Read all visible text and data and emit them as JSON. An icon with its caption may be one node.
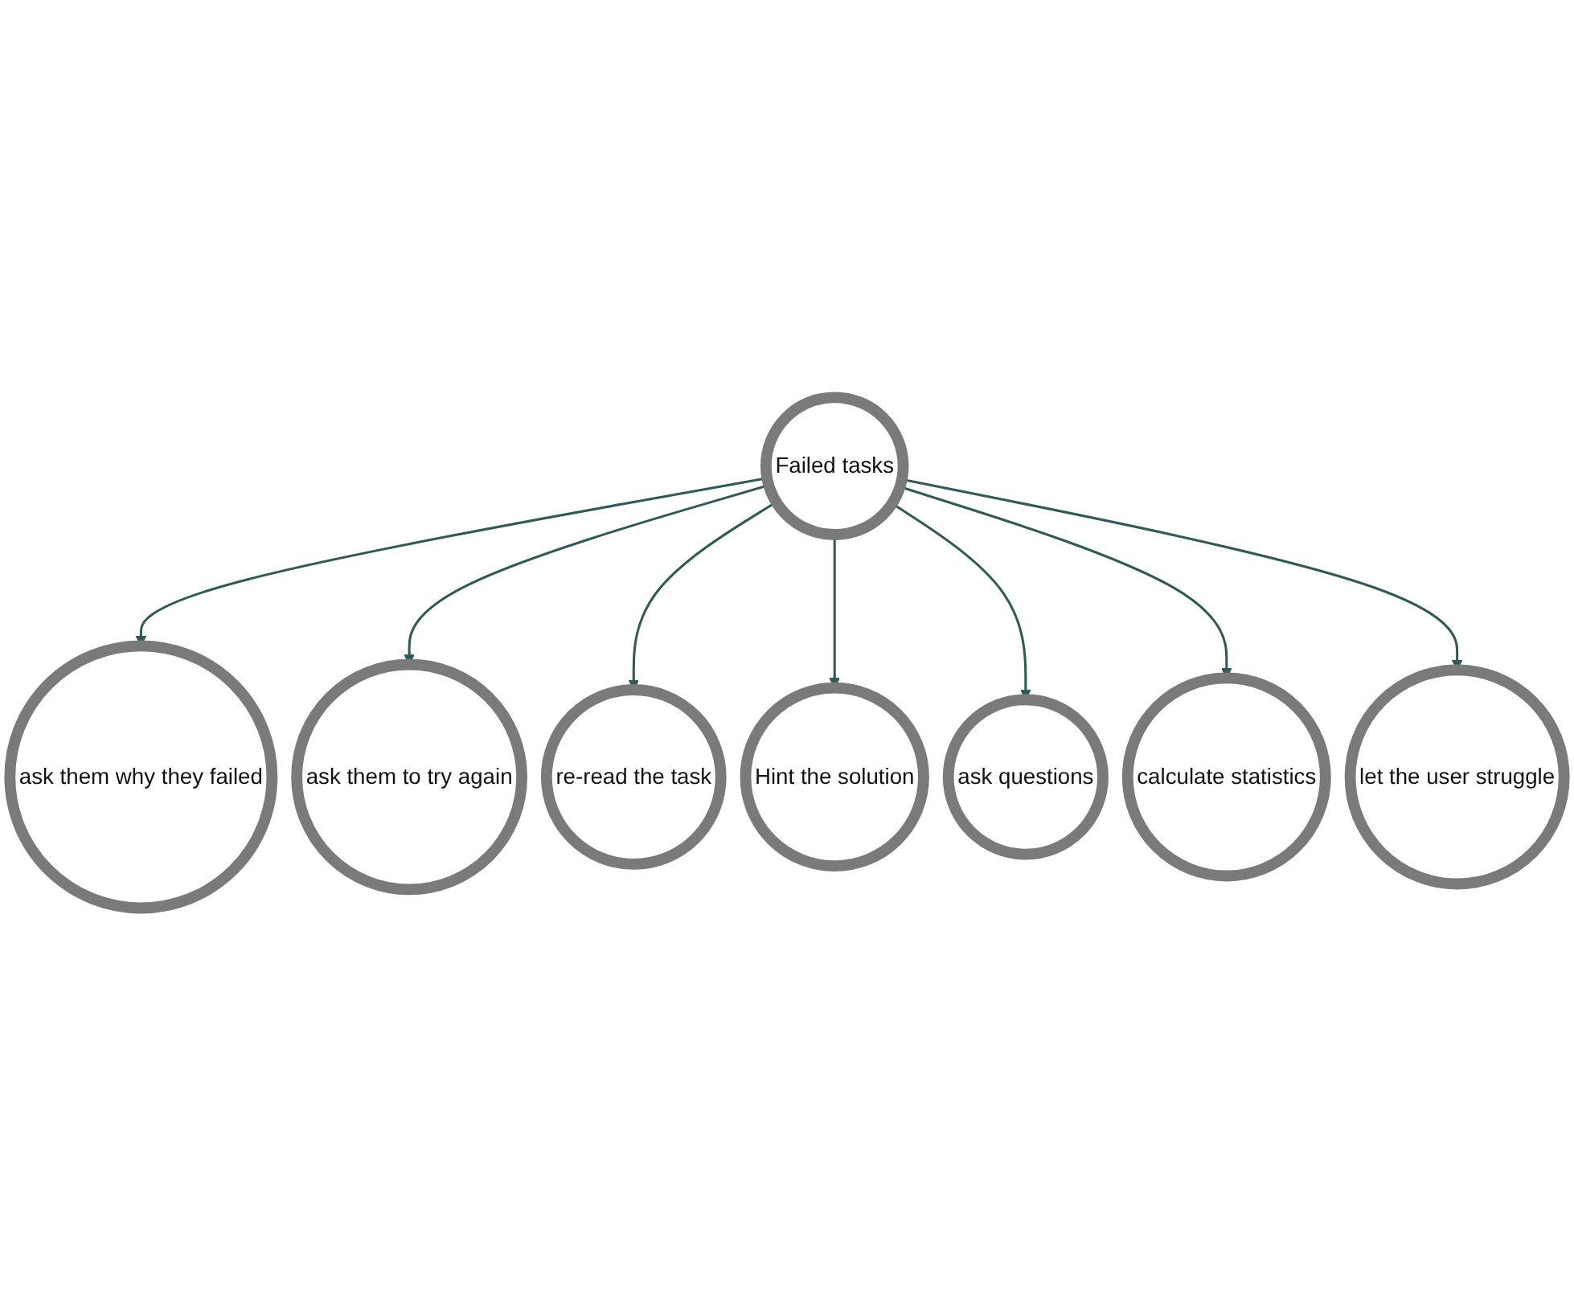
{
  "diagram": {
    "nodes": [
      {
        "text": [
          "ask them why they failed"
        ]
      },
      {
        "text": [
          "ask them to try again"
        ]
      },
      {
        "text": [
          "re-read the task"
        ]
      },
      {
        "text": [
          "Failed tasks"
        ]
      },
      {
        "text": [
          "Hint the solution"
        ]
      },
      {
        "text": [
          "ask questions"
        ]
      },
      {
        "text": [
          "calculate statistics"
        ]
      },
      {
        "text": [
          "let the user struggle"
        ]
      }
    ],
    "edges": [
      {
        "from": 3,
        "to": 0,
        "arrow": "to"
      },
      {
        "from": 3,
        "to": 1,
        "arrow": "to"
      },
      {
        "from": 3,
        "to": 2,
        "arrow": "to"
      },
      {
        "from": 3,
        "to": 4,
        "arrow": "to"
      },
      {
        "from": 3,
        "to": 5,
        "arrow": "to"
      },
      {
        "from": 3,
        "to": 6,
        "arrow": "to"
      },
      {
        "from": 3,
        "to": 7,
        "arrow": "to"
      }
    ]
  }
}
